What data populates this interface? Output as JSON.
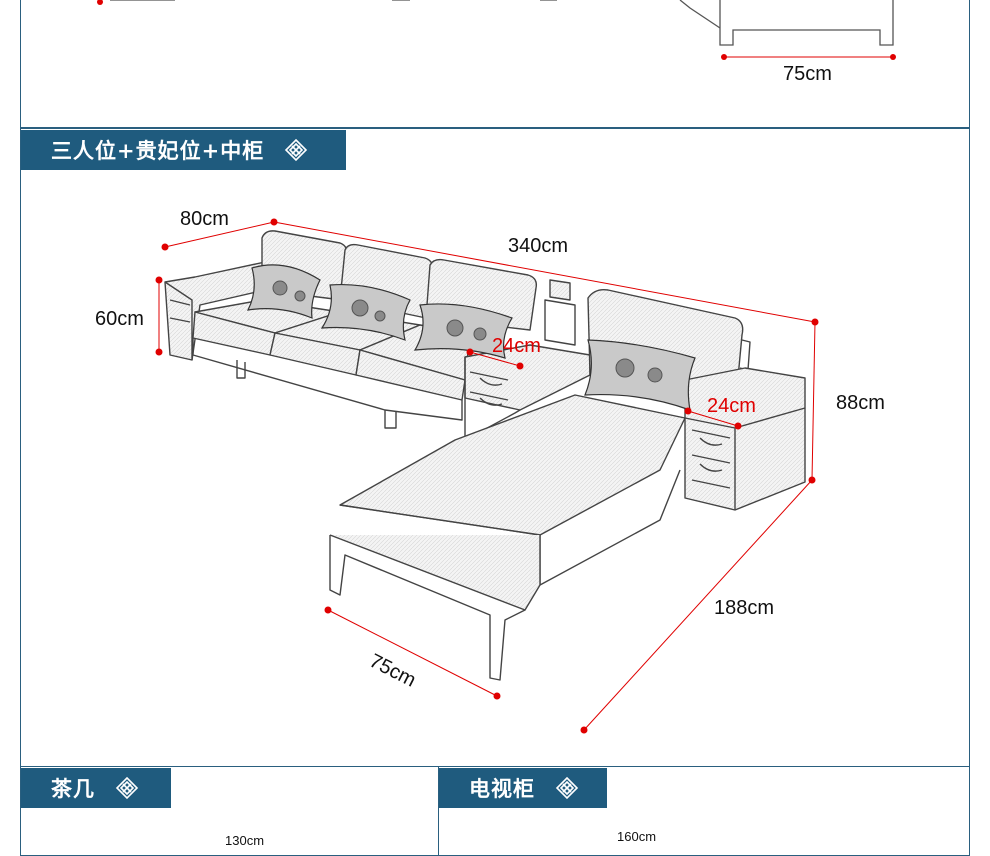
{
  "top_section": {
    "width_label": "75cm"
  },
  "sofa_section": {
    "title": "三人位+贵妃位+中柜",
    "ornament_icon": "diamond-knot-icon",
    "dimensions": {
      "back_depth": "80cm",
      "total_length": "340cm",
      "arm_height": "60cm",
      "side_cabinet_width": "24cm",
      "chaise_cabinet_width": "24cm",
      "total_height": "88cm",
      "chaise_length": "188cm",
      "chaise_width": "75cm"
    }
  },
  "coffee_table_section": {
    "title": "茶几",
    "ornament_icon": "diamond-knot-icon",
    "partial_label": "130cm"
  },
  "tv_cabinet_section": {
    "title": "电视柜",
    "ornament_icon": "diamond-knot-icon",
    "partial_label": "160cm"
  },
  "colors": {
    "tab_bg": "#1f5b7e",
    "border": "#2a5f7f",
    "dim_dot": "#e00000",
    "dim_text_red": "#e00000"
  }
}
